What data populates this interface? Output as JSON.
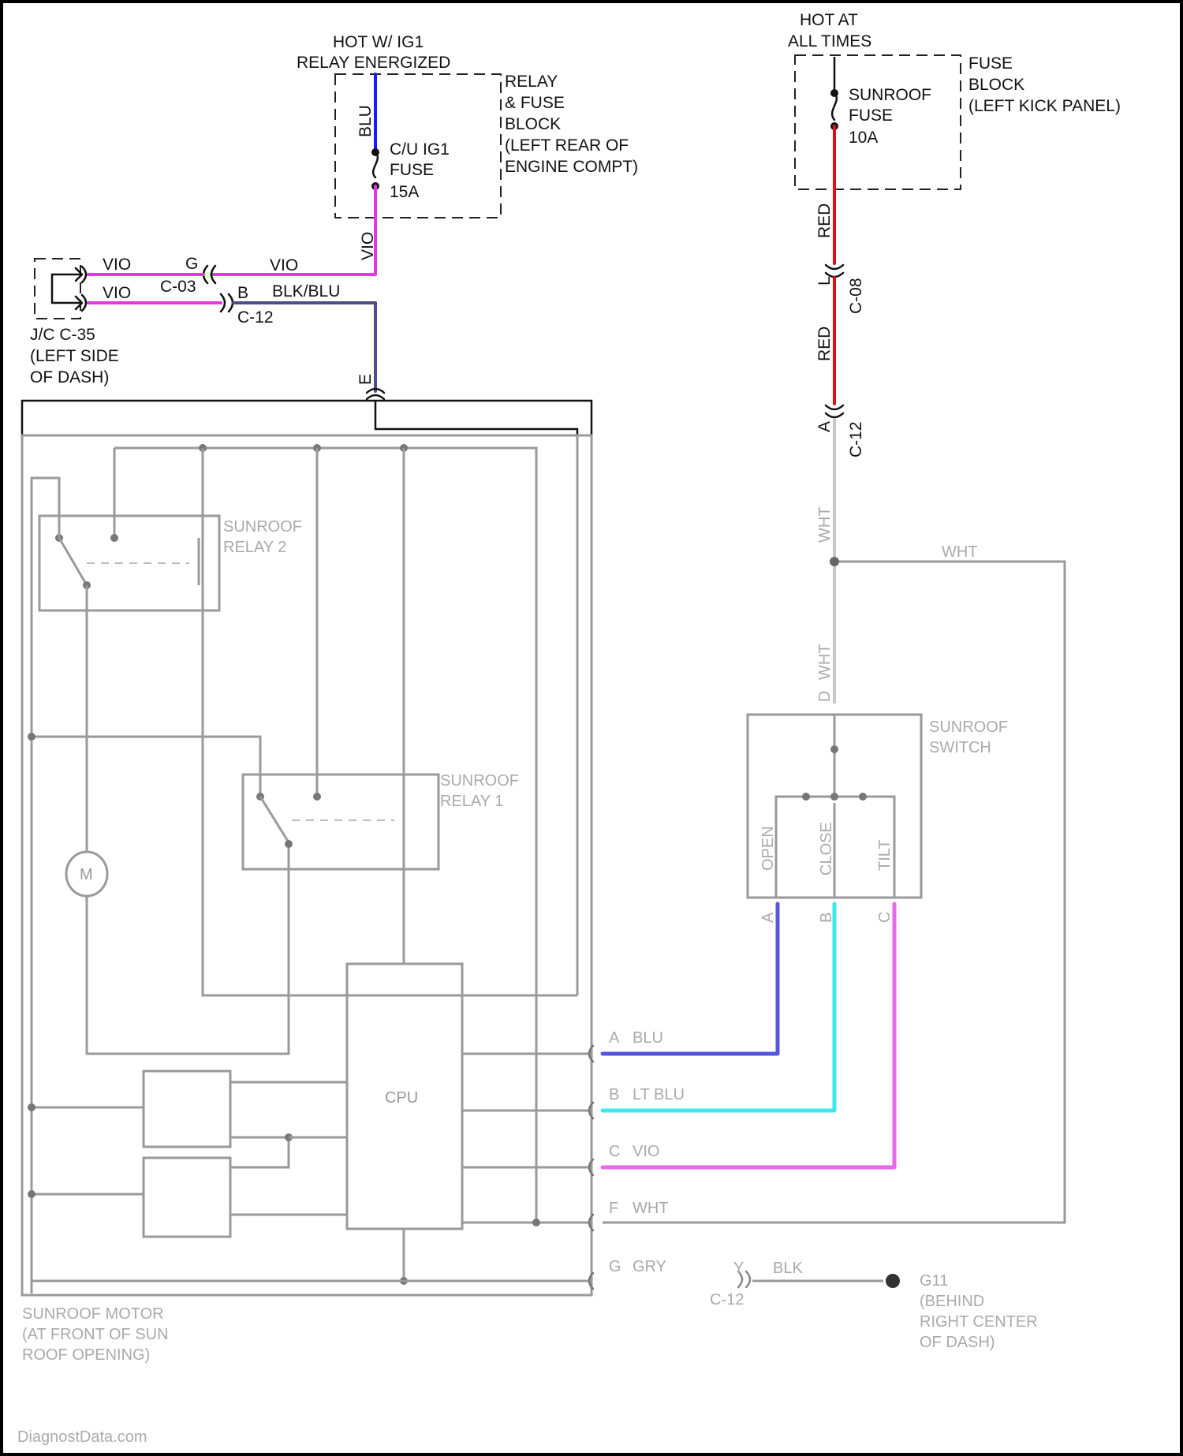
{
  "colors": {
    "vio": "#e535e5",
    "blu": "#1a1aff",
    "red": "#dd1111",
    "blk_blu": "#4d4d88",
    "lt_blu": "#3ee8ee",
    "blu_faint": "#5555dd",
    "vio_faint": "#ea66ea",
    "gray_wire": "#9a9a9a",
    "black": "#111111"
  },
  "top_left": {
    "hot_line1": "HOT W/ IG1",
    "hot_line2": "RELAY ENERGIZED",
    "relay_block": [
      "RELAY",
      "& FUSE",
      "BLOCK",
      "(LEFT REAR OF",
      "ENGINE COMPT)"
    ],
    "wire_blu": "BLU",
    "fuse": [
      "C/U IG1",
      "FUSE",
      "15A"
    ],
    "wire_vio_vertical": "VIO",
    "wire_vio_left": "VIO",
    "pin_g": "G",
    "conn_c03": "C-03",
    "wire_vio_right": "VIO",
    "wire_vio_lower": "VIO",
    "pin_b": "B",
    "wire_blk_blu": "BLK/BLU",
    "conn_c12": "C-12",
    "jc": [
      "J/C C-35",
      "(LEFT SIDE",
      "OF DASH)"
    ],
    "pin_e": "E"
  },
  "top_right": {
    "hot_line1": "HOT AT",
    "hot_line2": "ALL TIMES",
    "fuse_block": [
      "FUSE",
      "BLOCK",
      "(LEFT KICK PANEL)"
    ],
    "fuse": [
      "SUNROOF",
      "FUSE",
      "10A"
    ],
    "wire_red_upper": "RED",
    "pin_l": "L",
    "conn_c08": "C-08",
    "wire_red_lower": "RED",
    "pin_a": "A",
    "conn_c12": "C-12"
  },
  "lower": {
    "relay2": [
      "SUNROOF",
      "RELAY 2"
    ],
    "relay1": [
      "SUNROOF",
      "RELAY 1"
    ],
    "motor_symbol": "M",
    "cpu": "CPU",
    "wire_wht_1": "WHT",
    "wire_wht_2": "WHT",
    "wire_wht_3": "WHT",
    "switch_pin_d": "D",
    "switch_label": [
      "SUNROOF",
      "SWITCH"
    ],
    "switch_positions": [
      "OPEN",
      "CLOSE",
      "TILT"
    ],
    "switch_pins": [
      "A",
      "B",
      "C"
    ],
    "motor_pins": [
      {
        "pin": "A",
        "wire": "BLU"
      },
      {
        "pin": "B",
        "wire": "LT BLU"
      },
      {
        "pin": "C",
        "wire": "VIO"
      },
      {
        "pin": "F",
        "wire": "WHT"
      },
      {
        "pin": "G",
        "wire": "GRY"
      }
    ],
    "ground_pin_y": "Y",
    "ground_conn": "C-12",
    "ground_wire": "BLK",
    "ground_id": "G11",
    "ground_desc": [
      "(BEHIND",
      "RIGHT CENTER",
      "OF DASH)"
    ],
    "motor_label": [
      "SUNROOF MOTOR",
      "(AT FRONT OF SUN",
      "ROOF OPENING)"
    ],
    "watermark": "DiagnostData.com"
  }
}
